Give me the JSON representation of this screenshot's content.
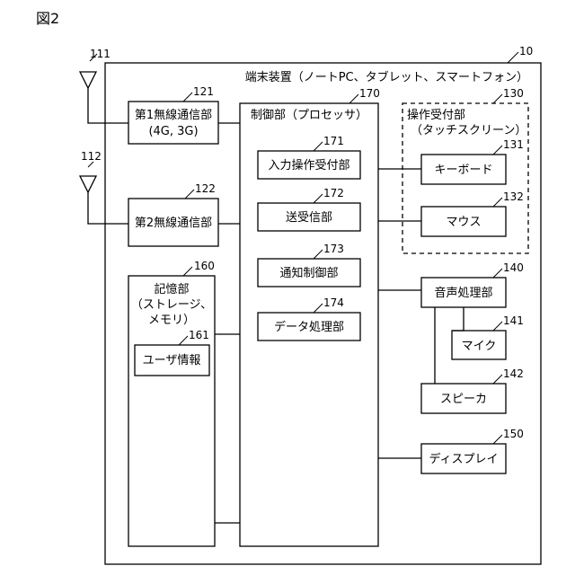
{
  "figure_label": "図2",
  "terminal": {
    "ref": "10",
    "label": "端末装置（ノートPC、タブレット、スマートフォン）"
  },
  "antenna1": {
    "ref": "111"
  },
  "antenna2": {
    "ref": "112"
  },
  "comm1": {
    "ref": "121",
    "line1": "第1無線通信部",
    "line2": "(4G, 3G)"
  },
  "comm2": {
    "ref": "122",
    "label": "第2無線通信部"
  },
  "storage": {
    "ref": "160",
    "line1": "記憶部",
    "line2": "（ストレージ、",
    "line3": "メモリ）"
  },
  "user_info": {
    "ref": "161",
    "label": "ユーザ情報"
  },
  "controller": {
    "ref": "170",
    "label": "制御部（プロセッサ）",
    "input_op": {
      "ref": "171",
      "label": "入力操作受付部"
    },
    "tx_rx": {
      "ref": "172",
      "label": "送受信部"
    },
    "notify": {
      "ref": "173",
      "label": "通知制御部"
    },
    "data_proc": {
      "ref": "174",
      "label": "データ処理部"
    }
  },
  "op_accept": {
    "ref": "130",
    "line1": "操作受付部",
    "line2": "（タッチスクリーン）"
  },
  "keyboard": {
    "ref": "131",
    "label": "キーボード"
  },
  "mouse": {
    "ref": "132",
    "label": "マウス"
  },
  "audio": {
    "ref": "140",
    "label": "音声処理部"
  },
  "mic": {
    "ref": "141",
    "label": "マイク"
  },
  "speaker": {
    "ref": "142",
    "label": "スピーカ"
  },
  "display": {
    "ref": "150",
    "label": "ディスプレイ"
  }
}
